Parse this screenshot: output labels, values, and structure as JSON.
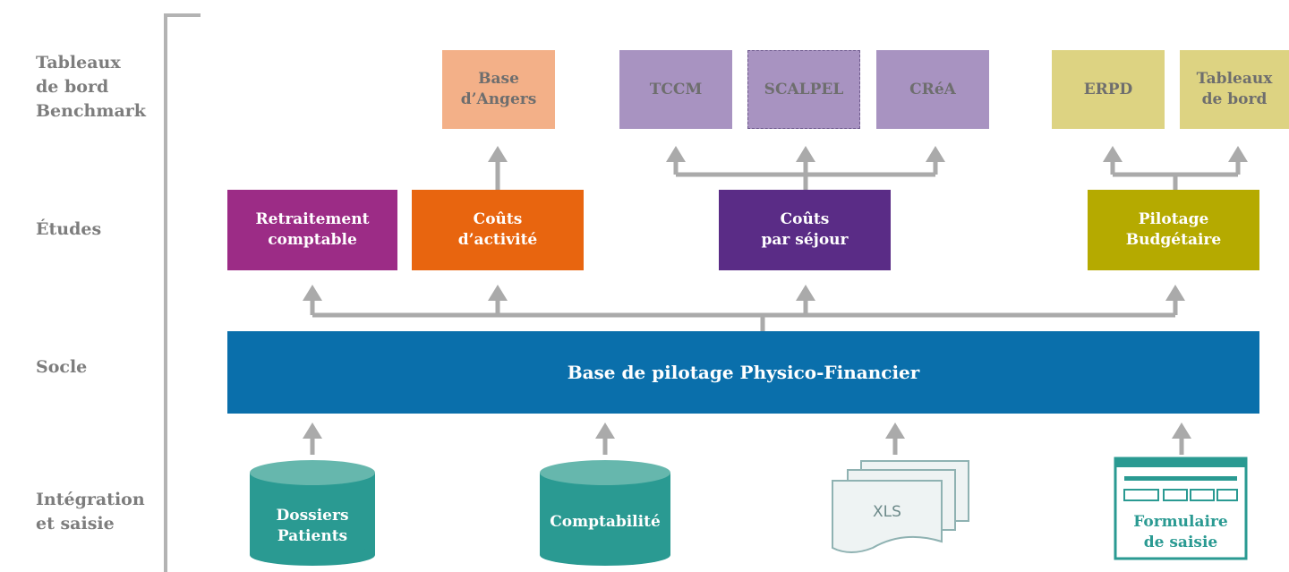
{
  "colors": {
    "connector": "#aaaaaa",
    "frame": "#b3b3b3",
    "socle": "#0a6fab",
    "retraitement": "#9c2c86",
    "couts_activite": "#e8650f",
    "couts_sejour": "#5a2c86",
    "pilotage": "#b5aa00",
    "angers": "#f3b088",
    "purple_light": "#a893c1",
    "olive_light": "#ddd382",
    "teal": "#2a9a92",
    "teal_light": "#66b7ad"
  },
  "rows": {
    "tableaux": "Tableaux\nde bord\nBenchmark",
    "etudes": "Études",
    "socle": "Socle",
    "integration": "Intégration\net saisie"
  },
  "benchmark": {
    "angers": "Base\nd’Angers",
    "tccm": "TCCM",
    "scalpel": "SCALPEL",
    "crea": "CRéA",
    "erpd": "ERPD",
    "tableaux": "Tableaux\nde bord"
  },
  "etudes": {
    "retraitement": "Retraitement\ncomptable",
    "couts_activite": "Coûts\nd’activité",
    "couts_sejour": "Coûts\npar séjour",
    "pilotage": "Pilotage\nBudgétaire"
  },
  "socle": {
    "base": "Base de pilotage Physico-Financier"
  },
  "integration": {
    "dossiers": "Dossiers\nPatients",
    "comptabilite": "Comptabilité",
    "xls": "XLS",
    "formulaire": "Formulaire\nde saisie"
  }
}
